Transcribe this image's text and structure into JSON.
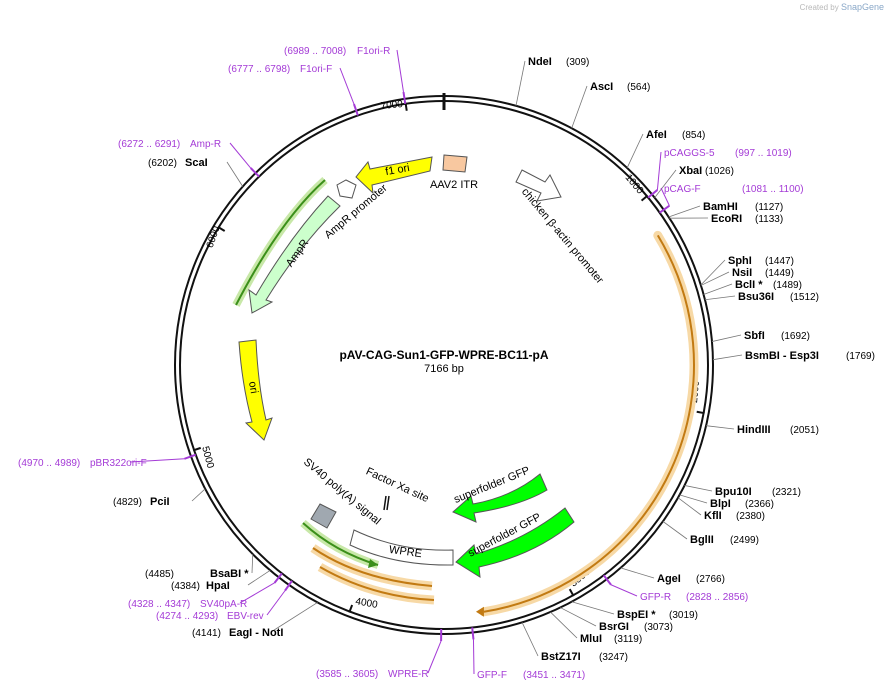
{
  "credit": {
    "prefix": "Created by",
    "brand": "SnapGene"
  },
  "plasmid": {
    "name": "pAV-CAG-Sun1-GFP-WPRE-BC11-pA",
    "length_label": "7166 bp",
    "length": 7166
  },
  "ticks": [
    {
      "pos": 1000,
      "label": "1000"
    },
    {
      "pos": 2000,
      "label": "2000"
    },
    {
      "pos": 3000,
      "label": "3000"
    },
    {
      "pos": 4000,
      "label": "4000"
    },
    {
      "pos": 5000,
      "label": "5000"
    },
    {
      "pos": 6000,
      "label": "6000"
    },
    {
      "pos": 7000,
      "label": "7000"
    }
  ],
  "enzymes": [
    {
      "name": "NdeI",
      "pos_label": "(309)",
      "site": 309
    },
    {
      "name": "AscI",
      "pos_label": "(564)",
      "site": 564
    },
    {
      "name": "AfeI",
      "pos_label": "(854)",
      "site": 854
    },
    {
      "name": "XbaI",
      "pos_label": "(1026)",
      "site": 1026
    },
    {
      "name": "BamHI",
      "pos_label": "(1127)",
      "site": 1127
    },
    {
      "name": "EcoRI",
      "pos_label": "(1133)",
      "site": 1133
    },
    {
      "name": "SphI",
      "pos_label": "(1447)",
      "site": 1447
    },
    {
      "name": "NsiI",
      "pos_label": "(1449)",
      "site": 1449
    },
    {
      "name": "BclI *",
      "pos_label": "(1489)",
      "site": 1489
    },
    {
      "name": "Bsu36I",
      "pos_label": "(1512)",
      "site": 1512
    },
    {
      "name": "SbfI",
      "pos_label": "(1692)",
      "site": 1692
    },
    {
      "name": "BsmBI   - Esp3I",
      "pos_label": "(1769)",
      "site": 1769
    },
    {
      "name": "HindIII",
      "pos_label": "(2051)",
      "site": 2051
    },
    {
      "name": "Bpu10I",
      "pos_label": "(2321)",
      "site": 2321
    },
    {
      "name": "BlpI",
      "pos_label": "(2366)",
      "site": 2366
    },
    {
      "name": "KflI",
      "pos_label": "(2380)",
      "site": 2380
    },
    {
      "name": "BglII",
      "pos_label": "(2499)",
      "site": 2499
    },
    {
      "name": "AgeI",
      "pos_label": "(2766)",
      "site": 2766
    },
    {
      "name": "BspEI *",
      "pos_label": "(3019)",
      "site": 3019
    },
    {
      "name": "BsrGI",
      "pos_label": "(3073)",
      "site": 3073
    },
    {
      "name": "MluI",
      "pos_label": "(3119)",
      "site": 3119
    },
    {
      "name": "BstZ17I",
      "pos_label": "(3247)",
      "site": 3247
    },
    {
      "name": "EagI   - NotI",
      "pos_label": "(4141)",
      "site": 4141
    },
    {
      "name": "HpaI",
      "pos_label": "(4384)",
      "site": 4384
    },
    {
      "name": "BsaBI *",
      "pos_label": "(4485)",
      "site": 4485
    },
    {
      "name": "PciI",
      "pos_label": "(4829)",
      "site": 4829
    },
    {
      "name": "ScaI",
      "pos_label": "(6202)",
      "site": 6202
    }
  ],
  "primers": [
    {
      "name": "F1ori-R",
      "range": "(6989 .. 7008)",
      "site": 6998
    },
    {
      "name": "F1ori-F",
      "range": "(6777 .. 6798)",
      "site": 6787
    },
    {
      "name": "Amp-R",
      "range": "(6272 .. 6291)",
      "site": 6281
    },
    {
      "name": "pCAGGS-5",
      "range": "(997 .. 1019)",
      "site": 1008
    },
    {
      "name": "pCAG-F",
      "range": "(1081 .. 1100)",
      "site": 1090
    },
    {
      "name": "GFP-R",
      "range": "(2828 .. 2856)",
      "site": 2842
    },
    {
      "name": "GFP-F",
      "range": "(3451 .. 3471)",
      "site": 3461
    },
    {
      "name": "WPRE-R",
      "range": "(3585 .. 3605)",
      "site": 3595
    },
    {
      "name": "EBV-rev",
      "range": "(4274 .. 4293)",
      "site": 4283
    },
    {
      "name": "SV40pA-R",
      "range": "(4328 .. 4347)",
      "site": 4337
    },
    {
      "name": "pBR322ori-F",
      "range": "(4970 .. 4989)",
      "site": 4979
    }
  ],
  "features": [
    {
      "label": "f1 ori",
      "color": "#ffff00"
    },
    {
      "label": "AAV2 ITR",
      "color": "#f8c8a0"
    },
    {
      "label": "chicken β-actin promoter",
      "color": "#ffffff"
    },
    {
      "label": "AmpR promoter",
      "color": "#ffffff"
    },
    {
      "label": "AmpR",
      "color": "#ccffcc"
    },
    {
      "label": "ori",
      "color": "#ffff00"
    },
    {
      "label": "superfolder GFP",
      "color": "#00ff00"
    },
    {
      "label": "superfolder GFP",
      "color": "#00ff00"
    },
    {
      "label": "Factor Xa site",
      "color": "#000000"
    },
    {
      "label": "SV40 poly(A) signal",
      "color": "#a0a8b0"
    },
    {
      "label": "WPRE",
      "color": "#ffffff"
    }
  ],
  "colors": {
    "primer": "#a43bd6",
    "orf_halo": "#f7d9a6",
    "orf_arrow": "#c27a12",
    "green_arrow": "#3b8f1a",
    "green_halo": "#c8e8a8",
    "backbone": "#111111"
  }
}
